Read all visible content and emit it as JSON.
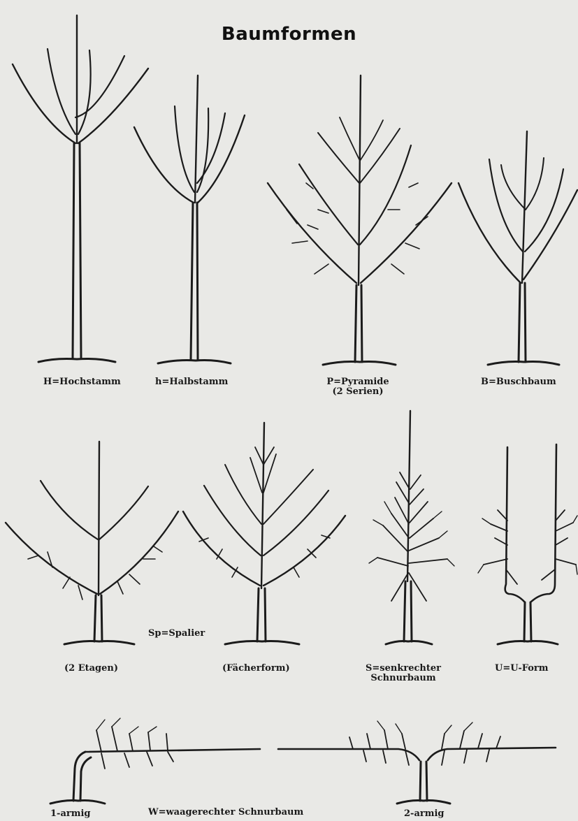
{
  "title": "Baumformen",
  "labels": {
    "hochstamm": "H=Hochstamm",
    "halbstamm": "h=Halbstamm",
    "pyramide": "P=Pyramide",
    "pyramide_sub": "(2 Serien)",
    "buschbaum": "B=Buschbaum",
    "spalier": "Sp=Spalier",
    "etagen": "(2 Etagen)",
    "faecherform": "(Fächerform)",
    "senkrecht": "S=senkrechter",
    "senkrecht_sub": "Schnurbaum",
    "uform": "U=U-Form",
    "einarmig": "1-armig",
    "waagerecht": "W=waagerechter Schnurbaum",
    "zweiarmig": "2-armig"
  }
}
